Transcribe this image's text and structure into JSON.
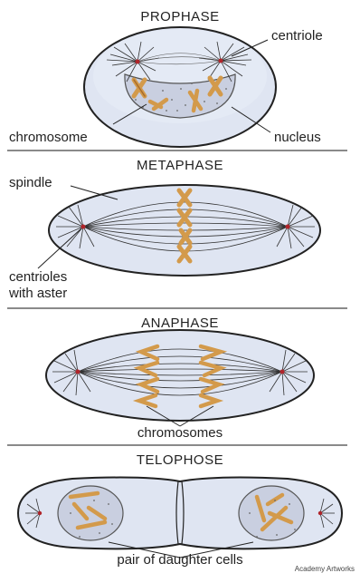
{
  "phases": [
    {
      "title": "PROPHASE",
      "labels": {
        "centriole": "centriole",
        "chromosome": "chromosome",
        "nucleus": "nucleus"
      }
    },
    {
      "title": "METAPHASE",
      "labels": {
        "spindle": "spindle",
        "centrioles_line1": "centrioles",
        "centrioles_line2": "with aster"
      }
    },
    {
      "title": "ANAPHASE",
      "labels": {
        "chromosomes": "chromosomes"
      }
    },
    {
      "title": "TELOPHOSE",
      "labels": {
        "daughter_cells": "pair of daughter cells"
      }
    }
  ],
  "credit": "Academy Artworks",
  "colors": {
    "cell_fill": "#dfe5f2",
    "cell_stroke": "#222222",
    "nucleus_fill": "#c9cfe0",
    "chromosome": "#d39a4b",
    "chromosome_dark": "#a86c2a",
    "centriole": "#b0242a",
    "divider": "#444444"
  }
}
